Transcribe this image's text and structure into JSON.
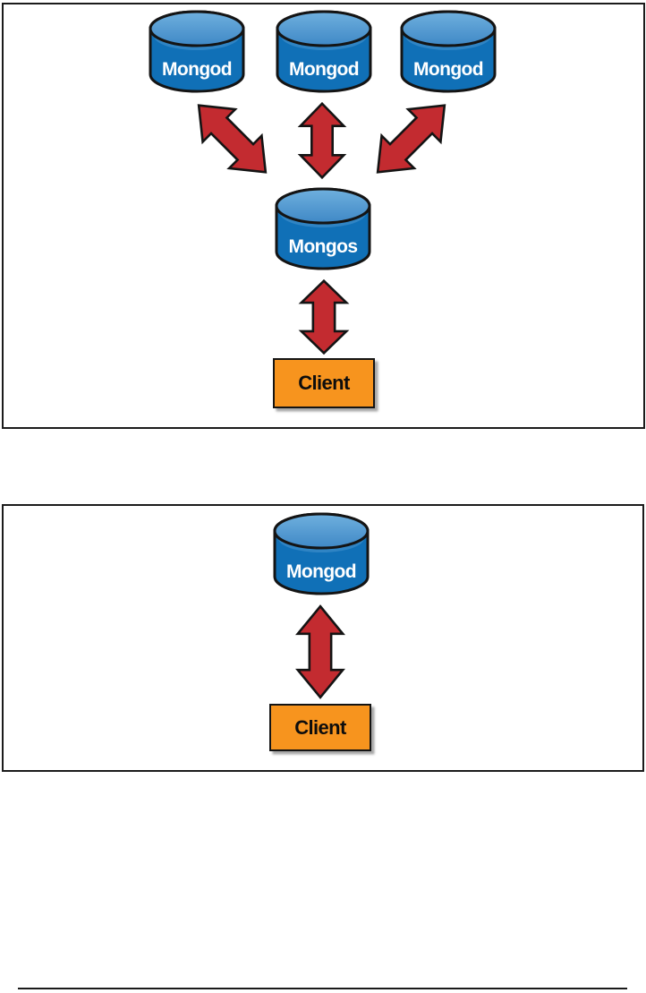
{
  "figure_top": {
    "mongod1_label": "Mongod",
    "mongod2_label": "Mongod",
    "mongod3_label": "Mongod",
    "mongos_label": "Mongos",
    "client_label": "Client",
    "connections": [
      "mongod1 <-> mongos",
      "mongod2 <-> mongos",
      "mongod3 <-> mongos",
      "mongos <-> client"
    ]
  },
  "figure_bottom": {
    "mongod_label": "Mongod",
    "client_label": "Client",
    "connections": [
      "mongod <-> client"
    ]
  },
  "colors": {
    "cylinder_body_blue": "#1070B7",
    "cylinder_sheen_blue": "#4E97D1",
    "cylinder_top_blue_light": "#6FB0DE",
    "cylinder_top_blue_dark": "#3F88C6",
    "arrow_red": "#C32B30",
    "client_orange": "#F7941E",
    "outline_black": "#141414",
    "panel_border": "#1B1B1B"
  }
}
